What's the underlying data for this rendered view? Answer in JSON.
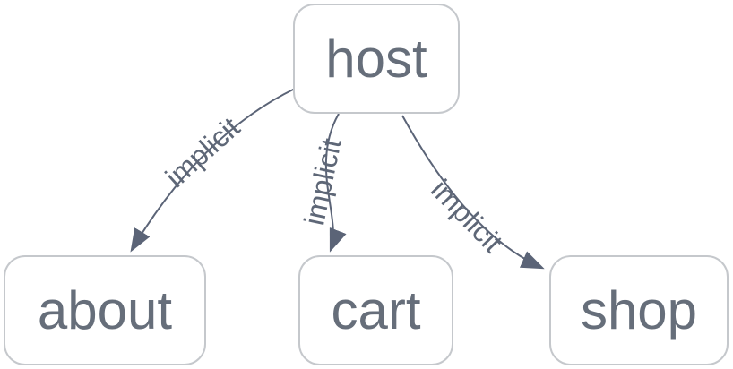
{
  "diagram": {
    "type": "flowchart",
    "direction": "top-down",
    "nodes": [
      {
        "id": "host",
        "label": "host"
      },
      {
        "id": "about",
        "label": "about"
      },
      {
        "id": "cart",
        "label": "cart"
      },
      {
        "id": "shop",
        "label": "shop"
      }
    ],
    "edges": [
      {
        "from": "host",
        "to": "about",
        "label": "implicit",
        "arrow": "filled-triangle"
      },
      {
        "from": "host",
        "to": "cart",
        "label": "implicit",
        "arrow": "filled-triangle"
      },
      {
        "from": "host",
        "to": "shop",
        "label": "implicit",
        "arrow": "filled-triangle"
      }
    ],
    "colors": {
      "background": "#ffffff",
      "node_fill": "#ffffff",
      "node_border": "#c5c8cc",
      "node_text": "#666e7a",
      "edge": "#5b6477",
      "edge_label_text": "#5e6777"
    }
  }
}
